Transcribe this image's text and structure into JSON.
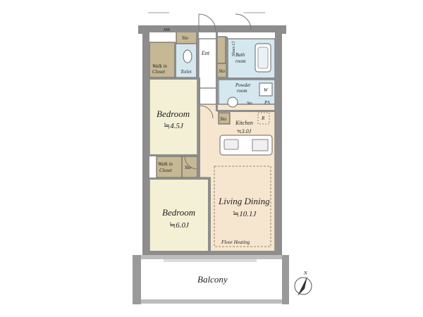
{
  "rooms": {
    "mb": "MB",
    "sto_top": "Sto",
    "entrance": "Ent",
    "shoes_cl": "Shoes Cl",
    "bathroom_1": "Bath",
    "bathroom_2": "room",
    "walk_in_top_1": "Walk in",
    "walk_in_top_2": "Closet",
    "toilet": "Toilet",
    "sto_hall": "Sto",
    "powder_1": "Powder",
    "powder_2": "room",
    "washer": "W",
    "sto_powder": "Sto",
    "ps": "PS",
    "bedroom1_name": "Bedroom",
    "bedroom1_area": "≒4.5J",
    "sto_kitchen": "Sto",
    "kitchen_name": "Kitchen",
    "kitchen_area": "≒3.0J",
    "fridge": "R",
    "walk_in_mid_1": "Walk in",
    "walk_in_mid_2": "Closet",
    "sto_mid": "Sto",
    "living_name": "Living Dining",
    "living_area": "≒10.1J",
    "floor_heating": "Floor Heating",
    "bedroom2_name": "Bedroom",
    "bedroom2_area": "≒6.0J",
    "balcony": "Balcony"
  },
  "compass": {
    "north": "N"
  },
  "colors": {
    "wall": "#8d8d8d",
    "wall_light": "#cfcfcf",
    "bedroom_floor": "#f4f0d6",
    "living_floor": "#f7e6cf",
    "wet_floor": "#d5e8ef",
    "storage": "#c6b894",
    "floor_line": "#7a6a4a"
  }
}
